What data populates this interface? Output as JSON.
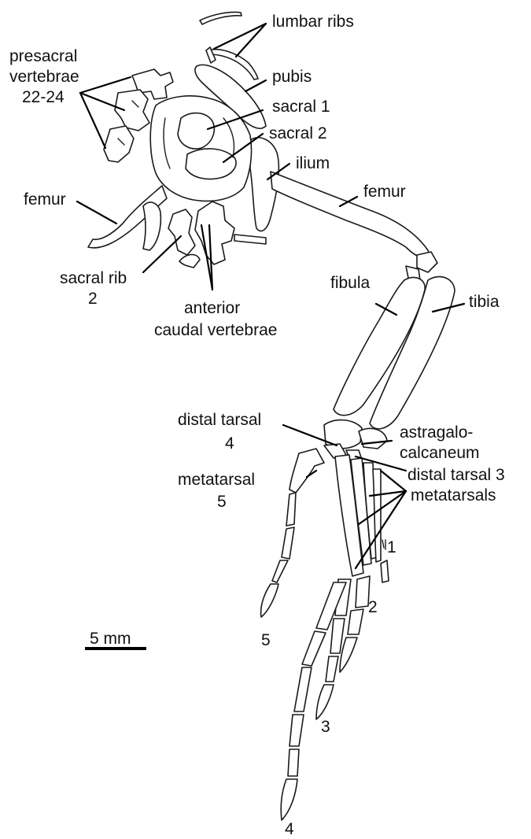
{
  "figure": {
    "labels": {
      "lumbar_ribs": "lumbar ribs",
      "presacral_line1": "presacral",
      "presacral_line2": "vertebrae",
      "presacral_line3": "22-24",
      "pubis": "pubis",
      "sacral_1": "sacral 1",
      "sacral_2": "sacral 2",
      "ilium": "ilium",
      "femur_left": "femur",
      "femur_right": "femur",
      "sacral_rib_line1": "sacral rib",
      "sacral_rib_line2": "2",
      "anterior_line1": "anterior",
      "anterior_line2": "caudal vertebrae",
      "fibula": "fibula",
      "tibia": "tibia",
      "distal_tarsal4_line1": "distal tarsal",
      "distal_tarsal4_line2": "4",
      "astragalo_line1": "astragalo-",
      "astragalo_line2": "calcaneum",
      "metatarsal5_line1": "metatarsal",
      "metatarsal5_line2": "5",
      "distal_tarsal3": "distal tarsal 3",
      "metatarsals": "metatarsals",
      "digit_1": "1",
      "digit_2": "2",
      "digit_3": "3",
      "digit_4": "4",
      "digit_5": "5",
      "scale_bar": "5 mm"
    }
  }
}
